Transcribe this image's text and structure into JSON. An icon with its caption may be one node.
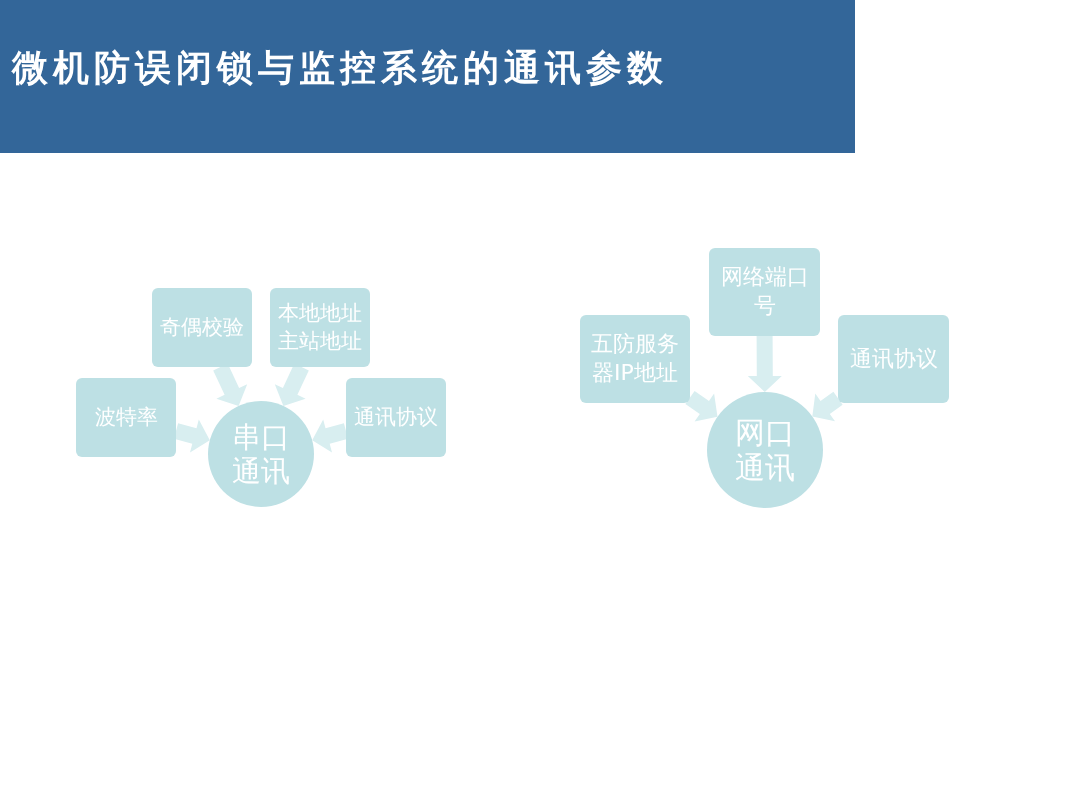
{
  "diagram": {
    "title": "微机防误闭锁与监控系统的通讯参数",
    "nodes": [
      {
        "text": [
          "奇偶校验"
        ]
      },
      {
        "text": [
          "本地地址主站地址"
        ]
      },
      {
        "text": [
          "波特率"
        ]
      },
      {
        "text": [
          "通讯协议"
        ]
      },
      {
        "text": [
          "串口通讯"
        ]
      },
      {
        "text": [
          "网络端口号"
        ]
      },
      {
        "text": [
          "五防服务器IP地址"
        ]
      },
      {
        "text": [
          "通讯协议"
        ]
      },
      {
        "text": [
          "网口通讯"
        ]
      }
    ],
    "edges": [
      {
        "from": 0,
        "to": 4,
        "arrow": "to"
      },
      {
        "from": 1,
        "to": 4,
        "arrow": "to"
      },
      {
        "from": 2,
        "to": 4,
        "arrow": "to"
      },
      {
        "from": 3,
        "to": 4,
        "arrow": "to"
      },
      {
        "from": 5,
        "to": 8,
        "arrow": "to"
      },
      {
        "from": 6,
        "to": 8,
        "arrow": "to"
      },
      {
        "from": 7,
        "to": 8,
        "arrow": "to"
      }
    ]
  }
}
